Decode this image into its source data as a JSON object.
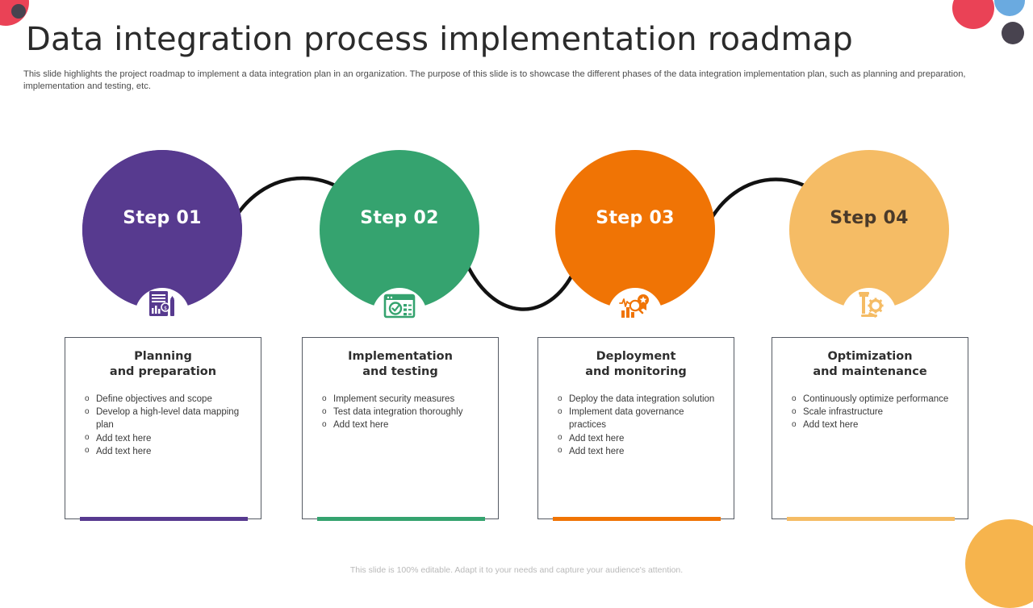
{
  "slide": {
    "title": "Data integration process implementation roadmap",
    "subtitle": "This slide highlights the project roadmap to implement a data integration plan in an organization. The purpose of this slide is to showcase the different phases of the data integration implementation plan, such as planning and preparation, implementation and testing, etc.",
    "footer_note": "This slide is 100% editable. Adapt it to your needs and capture your audience's attention."
  },
  "palette": {
    "step1": "#573A8F",
    "step2": "#35A36F",
    "step3": "#F07405",
    "step4": "#F5BC65",
    "connector": "#121212",
    "card_border": "#555a63",
    "deco_red": "#ea4256",
    "deco_blue": "#6aaae0",
    "deco_dark": "#48434f",
    "deco_amber": "#f6b44d"
  },
  "steps": [
    {
      "badge": "Step 01",
      "badge_color": "#ffffff",
      "color": "#573A8F",
      "icon": "report-document-icon",
      "title_line1": "Planning",
      "title_line2": "and preparation",
      "bullets": [
        "Define objectives and scope",
        "Develop a high-level data mapping plan",
        "Add text here",
        "Add text here"
      ]
    },
    {
      "badge": "Step 02",
      "badge_color": "#ffffff",
      "color": "#35A36F",
      "icon": "checklist-window-icon",
      "title_line1": "Implementation",
      "title_line2": "and testing",
      "bullets": [
        "Implement security measures",
        "Test data integration thoroughly",
        "Add text here"
      ]
    },
    {
      "badge": "Step 03",
      "badge_color": "#ffffff",
      "color": "#F07405",
      "icon": "monitoring-award-icon",
      "title_line1": "Deployment",
      "title_line2": "and monitoring",
      "bullets": [
        "Deploy the data integration solution",
        "Implement data governance practices",
        "Add text here",
        "Add text here"
      ]
    },
    {
      "badge": "Step 04",
      "badge_color": "#4a3a2a",
      "color": "#F5BC65",
      "icon": "tools-gear-icon",
      "title_line1": "Optimization",
      "title_line2": "and maintenance",
      "bullets": [
        "Continuously optimize performance",
        "Scale infrastructure",
        "Add text here"
      ]
    }
  ]
}
